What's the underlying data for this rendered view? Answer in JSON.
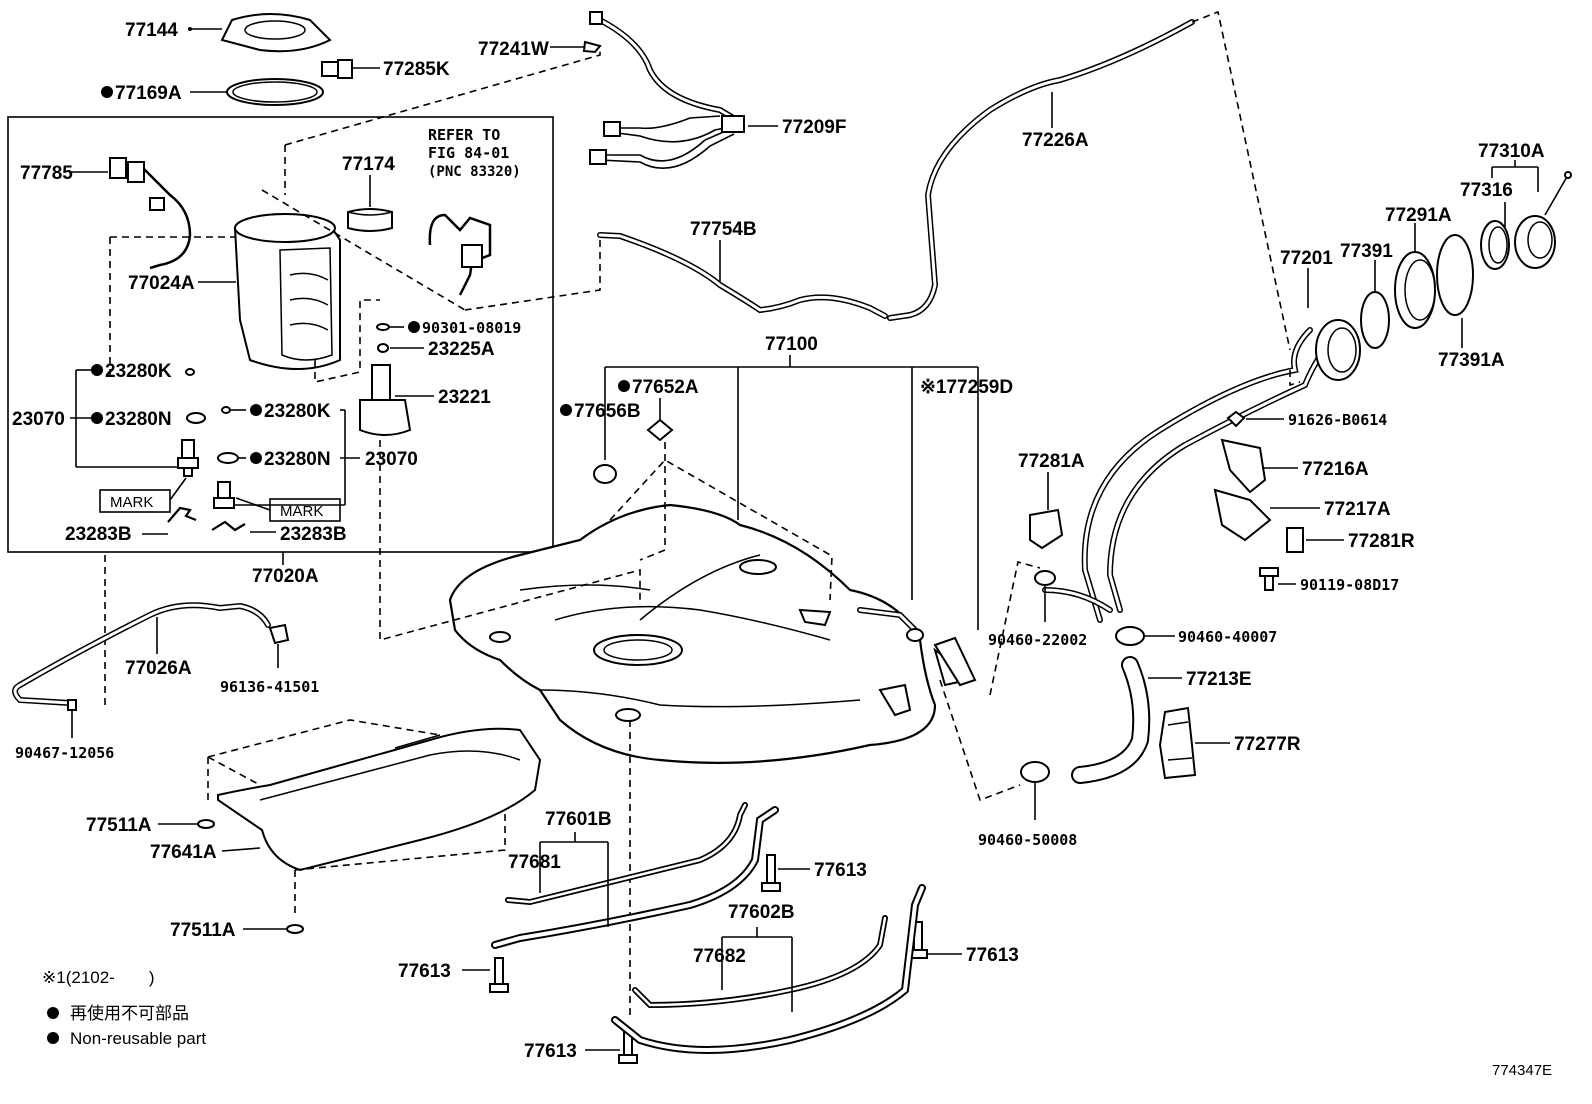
{
  "labels": {
    "p77144": "77144",
    "p77285K": "77285K",
    "p77169A": "77169A",
    "p77241W": "77241W",
    "p77209F": "77209F",
    "p77226A": "77226A",
    "p77310A": "77310A",
    "p77316": "77316",
    "p77291A": "77291A",
    "p77201": "77201",
    "p77391": "77391",
    "p77391A": "77391A",
    "p77754B": "77754B",
    "p77785": "77785",
    "p77174": "77174",
    "p77024A": "77024A",
    "p90301": "90301-08019",
    "p23225A": "23225A",
    "p23280K_a": "23280K",
    "p23070_a": "23070",
    "p23280N_a": "23280N",
    "p23280K_b": "23280K",
    "p23280N_b": "23280N",
    "p23070_b": "23070",
    "p23221": "23221",
    "p23283B_a": "23283B",
    "p23283B_b": "23283B",
    "p77020A": "77020A",
    "p77100": "77100",
    "p77652A": "77652A",
    "p77656B": "77656B",
    "p77259D": "※177259D",
    "p91626": "91626-B0614",
    "p77216A": "77216A",
    "p77281A": "77281A",
    "p77217A": "77217A",
    "p77281R": "77281R",
    "p90119": "90119-08D17",
    "p90460_22002": "90460-22002",
    "p90460_40007": "90460-40007",
    "p77213E": "77213E",
    "p77277R": "77277R",
    "p90460_50008": "90460-50008",
    "p77026A": "77026A",
    "p96136": "96136-41501",
    "p90467": "90467-12056",
    "p77511A_a": "77511A",
    "p77641A": "77641A",
    "p77511A_b": "77511A",
    "p77601B": "77601B",
    "p77681": "77681",
    "p77613_a": "77613",
    "p77602B": "77602B",
    "p77682": "77682",
    "p77613_b": "77613",
    "p77613_c": "77613",
    "p77613_d": "77613"
  },
  "refer": {
    "line1": "REFER TO",
    "line2": "FIG 84-01",
    "line3": "(PNC 83320)"
  },
  "mark": {
    "a": "MARK",
    "b": "MARK"
  },
  "notes": {
    "footnote": "※1(2102-　　)",
    "nonreusable_jp": "再使用不可部品",
    "nonreusable_en": "Non-reusable part"
  },
  "figure_id": "774347E"
}
